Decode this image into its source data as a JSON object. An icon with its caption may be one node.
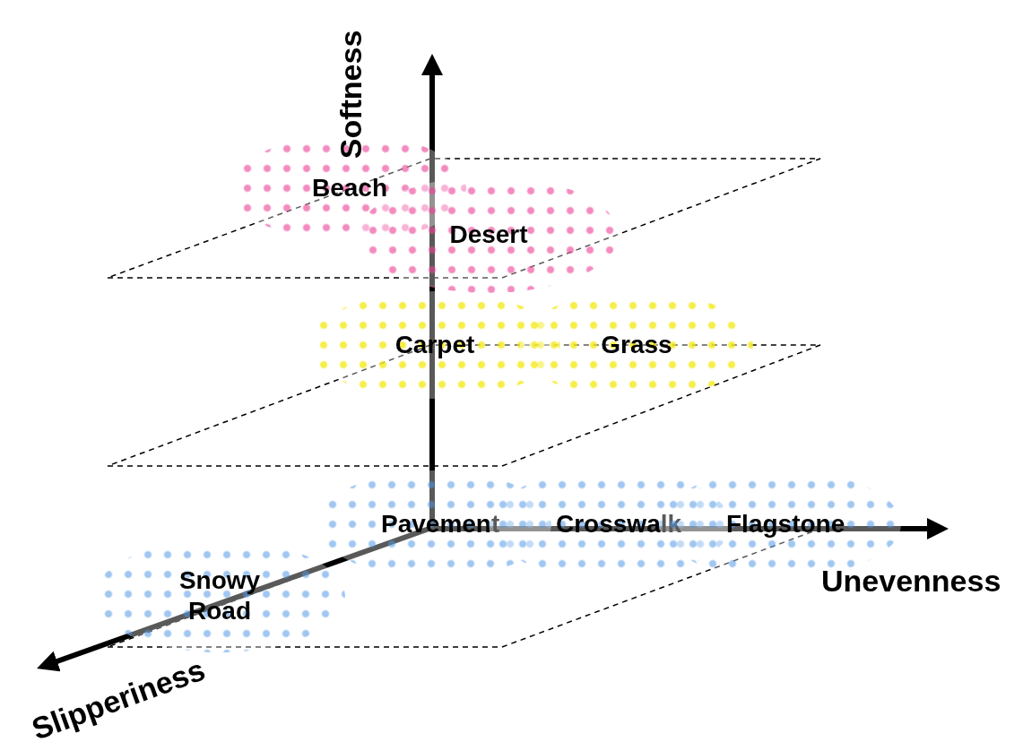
{
  "diagram": {
    "nodes": [
      {
        "text": [
          "Beach"
        ]
      },
      {
        "text": [
          "Desert"
        ]
      },
      {
        "text": [
          "Carpet"
        ]
      },
      {
        "text": [
          "Grass"
        ]
      },
      {
        "text": [
          "Pavement"
        ]
      },
      {
        "text": [
          "Crosswalk"
        ]
      },
      {
        "text": [
          "Flagstone"
        ]
      },
      {
        "text": [
          "Snowy Road"
        ]
      }
    ],
    "edges": [],
    "labels": [
      "Softness",
      "Unevenness",
      "Slipperiness"
    ]
  }
}
